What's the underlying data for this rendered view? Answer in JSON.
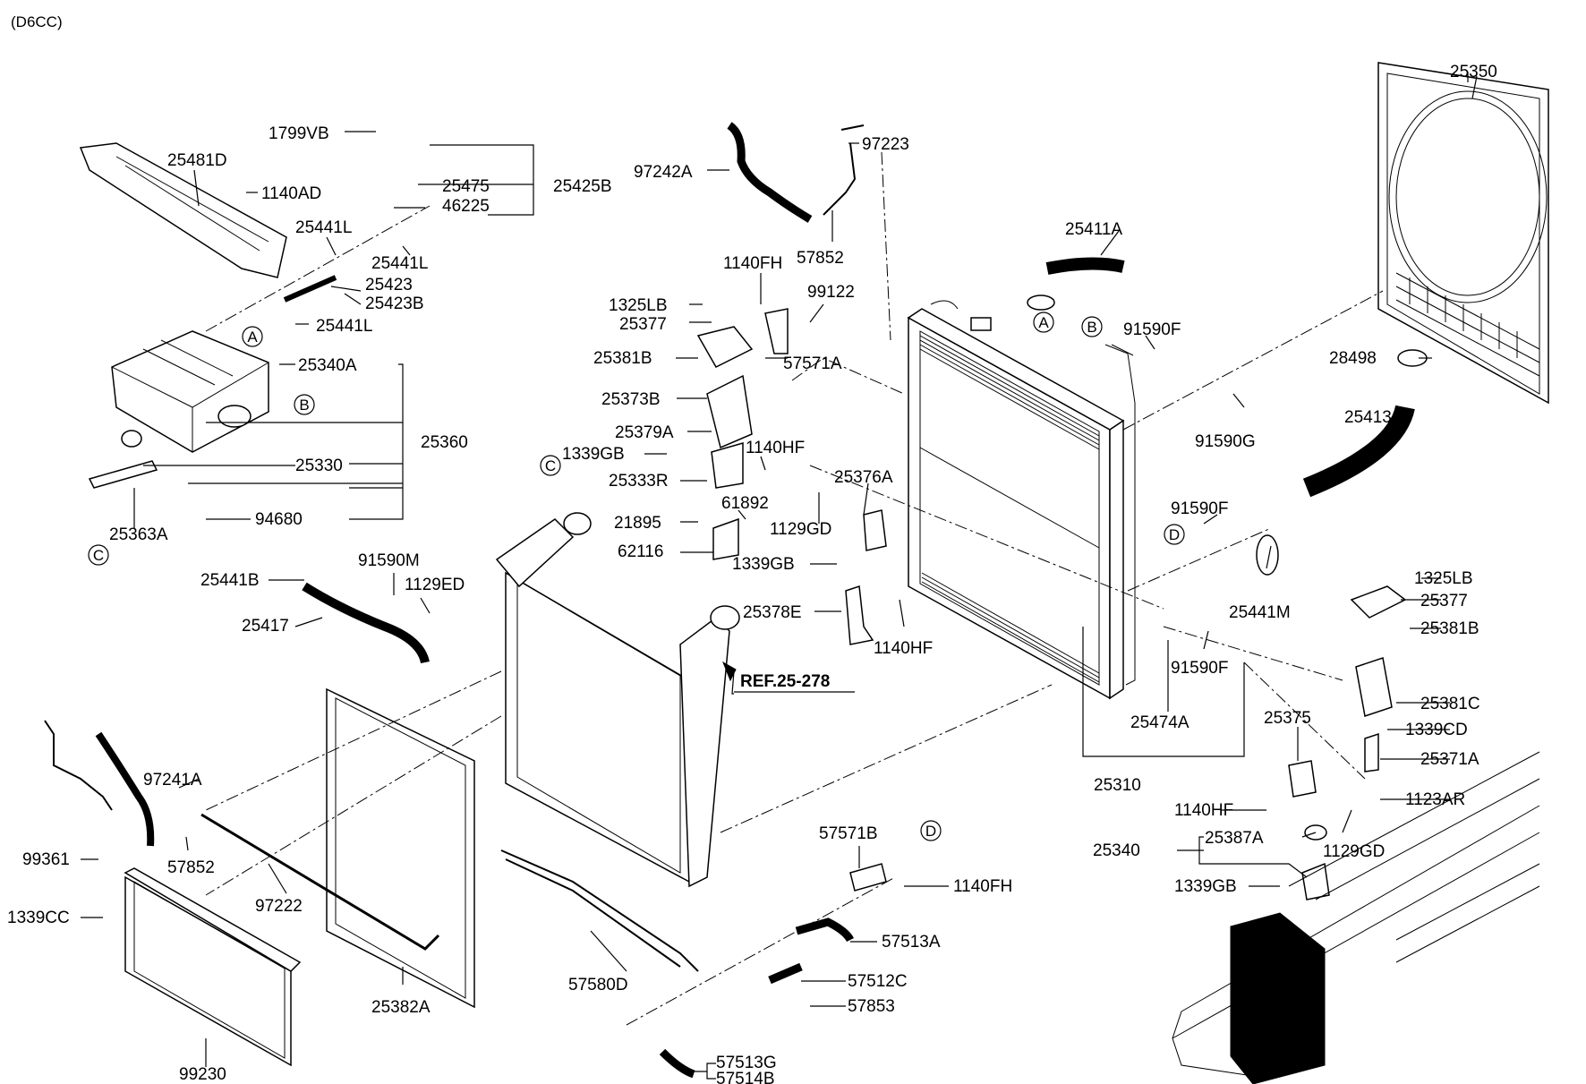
{
  "model": "(D6CC)",
  "reference": "REF.25-278",
  "callouts": [
    "A",
    "B",
    "C",
    "D"
  ],
  "labels": {
    "p25350": "25350",
    "p97223": "97223",
    "p97242A": "97242A",
    "p25411A": "25411A",
    "p1799VB": "1799VB",
    "p25481D": "25481D",
    "p1140AD": "1140AD",
    "p25475": "25475",
    "p46225": "46225",
    "p25425B": "25425B",
    "p25441L_1": "25441L",
    "p25441L_2": "25441L",
    "p25441L_3": "25441L",
    "p25423": "25423",
    "p25423B": "25423B",
    "p57852_top": "57852",
    "p1140FH_top": "1140FH",
    "p99122": "99122",
    "p1325LB_left": "1325LB",
    "p25377_left": "25377",
    "p25381B_left": "25381B",
    "p57571A": "57571A",
    "p25373B": "25373B",
    "p25379A": "25379A",
    "p25340A": "25340A",
    "p25360": "25360",
    "p25330": "25330",
    "p94680": "94680",
    "p25363A": "25363A",
    "p91590F_top": "91590F",
    "p28498": "28498",
    "p25413": "25413",
    "p91590G": "91590G",
    "p1339GB_a": "1339GB",
    "p1140HF_a": "1140HF",
    "p25333R": "25333R",
    "p25376A": "25376A",
    "p61892": "61892",
    "p21895": "21895",
    "p1129GD_a": "1129GD",
    "p62116": "62116",
    "p1339GB_b": "1339GB",
    "p91590F_mid": "91590F",
    "p91590M": "91590M",
    "p1129ED": "1129ED",
    "p25441B": "25441B",
    "p25417": "25417",
    "p25378E": "25378E",
    "p1140HF_b": "1140HF",
    "p25441M": "25441M",
    "p91590F_low": "91590F",
    "p1325LB_right": "1325LB",
    "p25377_right": "25377",
    "p25381B_right": "25381B",
    "p25381C": "25381C",
    "p1339CD": "1339CD",
    "p25371A": "25371A",
    "p1123AR": "1123AR",
    "p25474A": "25474A",
    "p25375": "25375",
    "p25310": "25310",
    "p1140HF_c": "1140HF",
    "p25387A": "25387A",
    "p25340": "25340",
    "p1129GD_b": "1129GD",
    "p1339GB_c": "1339GB",
    "p97241A": "97241A",
    "p99361": "99361",
    "p57852_low": "57852",
    "p97222": "97222",
    "p1339CC": "1339CC",
    "p57571B": "57571B",
    "p1140FH_low": "1140FH",
    "p57513A": "57513A",
    "p57580D": "57580D",
    "p57512C": "57512C",
    "p57853": "57853",
    "p25382A": "25382A",
    "p99230": "99230",
    "p57513G": "57513G",
    "p57514B": "57514B"
  }
}
